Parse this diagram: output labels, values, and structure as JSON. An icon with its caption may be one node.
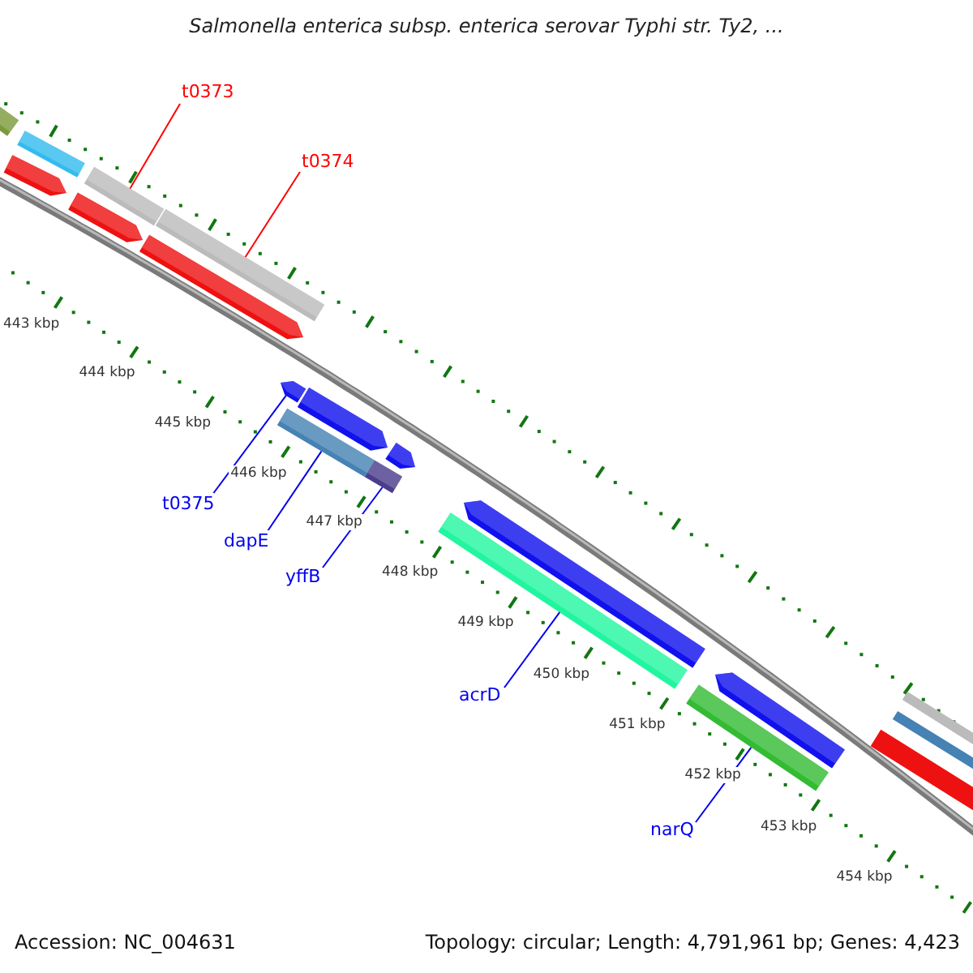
{
  "diagram": {
    "title": "Salmonella enterica subsp. enterica serovar Typhi str. Ty2, ...",
    "nodes": [
      {
        "text": [
          "t0373"
        ]
      },
      {
        "text": [
          "t0374"
        ]
      },
      {
        "text": [
          "t0375"
        ]
      },
      {
        "text": [
          "dapE"
        ]
      },
      {
        "text": [
          "yffB"
        ]
      },
      {
        "text": [
          "acrD"
        ]
      },
      {
        "text": [
          "narQ"
        ]
      },
      {
        "text": [],
        "shape": "bar"
      },
      {
        "text": [],
        "shape": "bar"
      },
      {
        "text": [],
        "shape": "bar"
      },
      {
        "text": [],
        "shape": "bar"
      },
      {
        "text": [],
        "shape": "bar"
      },
      {
        "text": [],
        "shape": "bar"
      },
      {
        "text": [],
        "shape": "bar"
      },
      {
        "text": [],
        "shape": "bar"
      },
      {
        "text": [],
        "shape": "bar"
      },
      {
        "text": [],
        "shape": "bar"
      },
      {
        "text": [],
        "shape": "bar"
      },
      {
        "text": [],
        "shape": "bar"
      },
      {
        "text": [],
        "shape": "bar"
      },
      {
        "text": [],
        "shape": "bar"
      },
      {
        "text": [],
        "shape": "bar"
      },
      {
        "text": [],
        "shape": "bar"
      }
    ],
    "edges": [
      {
        "from": 0,
        "to": 10,
        "arrow": "none",
        "color": "#ff0000"
      },
      {
        "from": 1,
        "to": 12,
        "arrow": "none",
        "color": "#ff0000"
      },
      {
        "from": 2,
        "to": 14,
        "arrow": "none"
      },
      {
        "from": 3,
        "to": 15,
        "arrow": "none"
      },
      {
        "from": 4,
        "to": 17,
        "arrow": "none"
      },
      {
        "from": 5,
        "to": 19,
        "arrow": "none"
      },
      {
        "from": 6,
        "to": 21,
        "arrow": "none"
      }
    ],
    "labels": [
      "443 kbp",
      "444 kbp",
      "445 kbp",
      "446 kbp",
      "447 kbp",
      "448 kbp",
      "449 kbp",
      "450 kbp",
      "451 kbp",
      "452 kbp",
      "453 kbp",
      "454 kbp",
      "Accession: NC_004631",
      "Topology: circular; Length: 4,791,961 bp; Genes: 4,423"
    ]
  }
}
